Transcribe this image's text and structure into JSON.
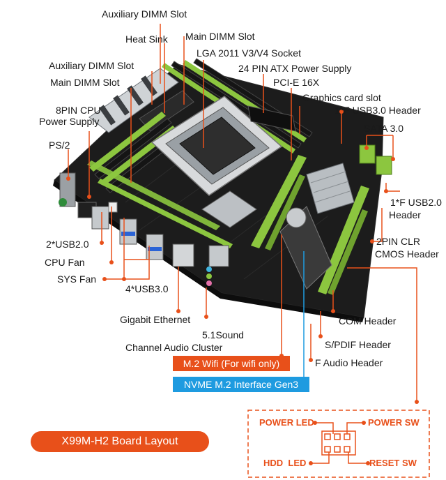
{
  "title": "X99M-H2 Board Layout",
  "labels": {
    "aux_dimm_top": "Auxiliary DIMM Slot",
    "heat_sink": "Heat Sink",
    "main_dimm_top": "Main DIMM Slot",
    "lga_socket": "LGA 2011 V3/V4 Socket",
    "aux_dimm_left": "Auxiliary DIMM Slot",
    "atx_power": "24 PIN ATX Power Supply",
    "main_dimm_left": "Main DIMM Slot",
    "pcie": "PCI-E 16X",
    "graphics_slot": "Graphics card slot",
    "cpu_power_line1": "8PIN CPU",
    "cpu_power_line2": "Power Supply",
    "usb30_header": "1*F USB3.0 Header",
    "sata": "SATA 3.0",
    "ps2": "PS/2",
    "usb20_header_line1": "1*F USB2.0",
    "usb20_header_line2": "Header",
    "usb20_rear": "2*USB2.0",
    "clr_cmos_line1": "2PIN CLR",
    "clr_cmos_line2": "CMOS Header",
    "cpu_fan": "CPU Fan",
    "sys_fan": "SYS Fan",
    "usb30_rear": "4*USB3.0",
    "com_header": "COM Header",
    "ethernet": "Gigabit Ethernet",
    "spdif": "S/PDIF Header",
    "sound_line1": "5.1Sound",
    "sound_line2": "Channel Audio Cluster",
    "f_audio": "F Audio Header"
  },
  "pills": {
    "m2_wifi": "M.2 Wifi (For wifi only)",
    "nvme": "NVME M.2 Interface Gen3"
  },
  "front_panel": {
    "power_led": "POWER LED",
    "power_sw": "POWER SW",
    "hdd_led": "HDD  LED",
    "reset_sw": "RESET SW"
  },
  "colors": {
    "accent_orange": "#e8501a",
    "nvme_blue": "#1e9be0",
    "slot_green": "#8cc63f",
    "pcb_black": "#1c1c1c"
  }
}
